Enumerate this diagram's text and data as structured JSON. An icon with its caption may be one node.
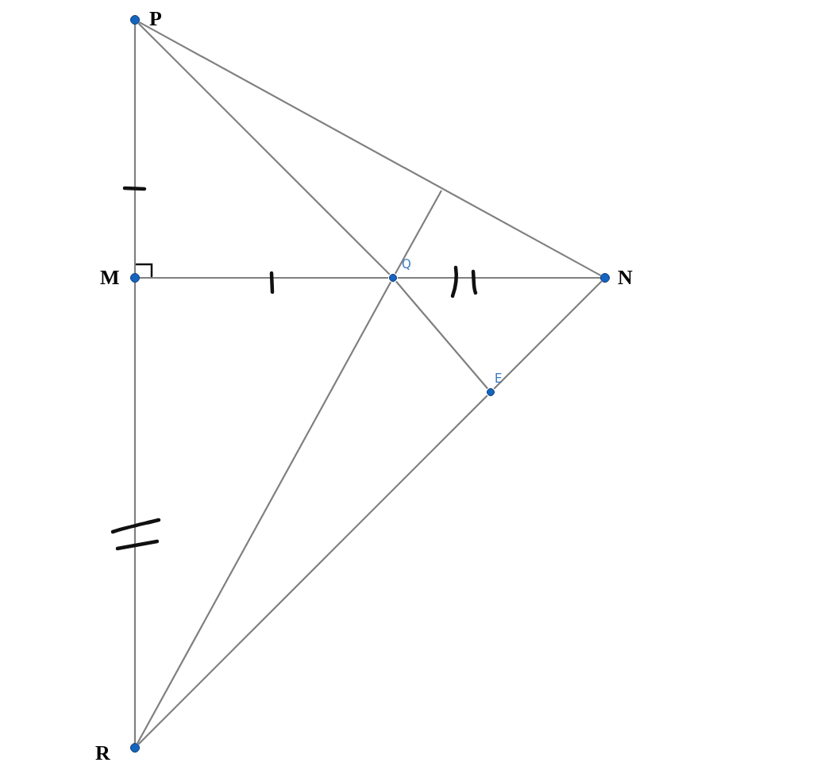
{
  "diagram": {
    "nodes": [
      {
        "text": [
          "P"
        ]
      },
      {
        "text": [
          "M"
        ]
      },
      {
        "text": [
          "Q"
        ]
      },
      {
        "text": [
          "N"
        ]
      },
      {
        "text": [
          "E"
        ]
      },
      {
        "text": [
          "R"
        ]
      }
    ],
    "edges": [
      {
        "from": 0,
        "to": 1,
        "arrow": "none"
      },
      {
        "from": 1,
        "to": 5,
        "arrow": "none"
      },
      {
        "from": 1,
        "to": 2,
        "arrow": "none"
      },
      {
        "from": 2,
        "to": 3,
        "arrow": "none"
      },
      {
        "from": 0,
        "to": 3,
        "arrow": "none"
      },
      {
        "from": 0,
        "to": 2,
        "arrow": "none"
      },
      {
        "from": 2,
        "to": 4,
        "arrow": "none"
      },
      {
        "from": 2,
        "to": null,
        "arrow": "none"
      },
      {
        "from": 3,
        "to": 4,
        "arrow": "none"
      },
      {
        "from": 4,
        "to": 5,
        "arrow": "none"
      },
      {
        "from": 5,
        "to": 2,
        "arrow": "none"
      }
    ]
  }
}
